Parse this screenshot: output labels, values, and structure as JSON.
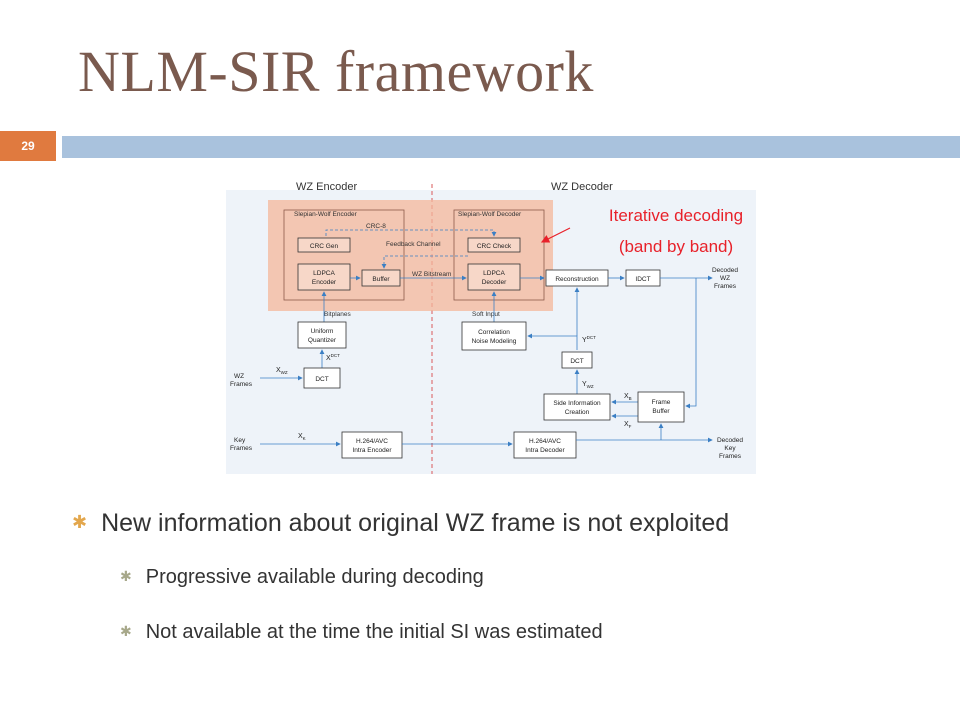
{
  "slide": {
    "title": "NLM-SIR framework",
    "page_number": "29"
  },
  "diagram": {
    "encoder_title": "WZ Encoder",
    "decoder_title": "WZ Decoder",
    "sw_encoder": "Slepian-Wolf Encoder",
    "sw_decoder": "Slepian-Wolf Decoder",
    "crc8": "CRC-8",
    "crc_gen": "CRC Gen",
    "crc_check": "CRC Check",
    "feedback": "Feedback Channel",
    "ldpca_enc_1": "LDPCA",
    "ldpca_enc_2": "Encoder",
    "buffer": "Buffer",
    "wz_bitstream": "WZ Bitstream",
    "ldpca_dec_1": "LDPCA",
    "ldpca_dec_2": "Decoder",
    "reconstruction": "Reconstruction",
    "idct": "IDCT",
    "decoded_wz_1": "Decoded",
    "decoded_wz_2": "WZ",
    "decoded_wz_3": "Frames",
    "bitplanes": "Bitplanes",
    "soft_input": "Soft Input",
    "uniform_1": "Uniform",
    "uniform_2": "Quantizer",
    "corr_1": "Correlation",
    "corr_2": "Noise Modeling",
    "ydct": "Y",
    "ydct_sup": "DCT",
    "xdct": "X",
    "xdct_sup": "DCT",
    "dct_dec": "DCT",
    "dct_enc": "DCT",
    "wz_frames_1": "WZ",
    "wz_frames_2": "Frames",
    "xwz": "X",
    "xwz_sub": "WZ",
    "ywz": "Y",
    "ywz_sub": "WZ",
    "si_1": "Side Information",
    "si_2": "Creation",
    "xb": "X",
    "xb_sub": "B",
    "xf": "X",
    "xf_sub": "F",
    "fb_1": "Frame",
    "fb_2": "Buffer",
    "key_frames_1": "Key",
    "key_frames_2": "Frames",
    "xk": "X",
    "xk_sub": "K",
    "h264_enc_1": "H.264/AVC",
    "h264_enc_2": "Intra Encoder",
    "h264_dec_1": "H.264/AVC",
    "h264_dec_2": "Intra Decoder",
    "decoded_key_1": "Decoded",
    "decoded_key_2": "Key",
    "decoded_key_3": "Frames",
    "annotation_1": "Iterative decoding",
    "annotation_2": "(band by band)"
  },
  "bullets": [
    "New information about original WZ frame is not exploited",
    "Progressive available during decoding",
    "Not available at the time the initial SI was estimated"
  ],
  "colors": {
    "title": "#7a5a4e",
    "accent_bar": "#a9c2dd",
    "page_box": "#e07a3f",
    "highlight": "#f4b79a",
    "annotation": "#e8212a"
  }
}
